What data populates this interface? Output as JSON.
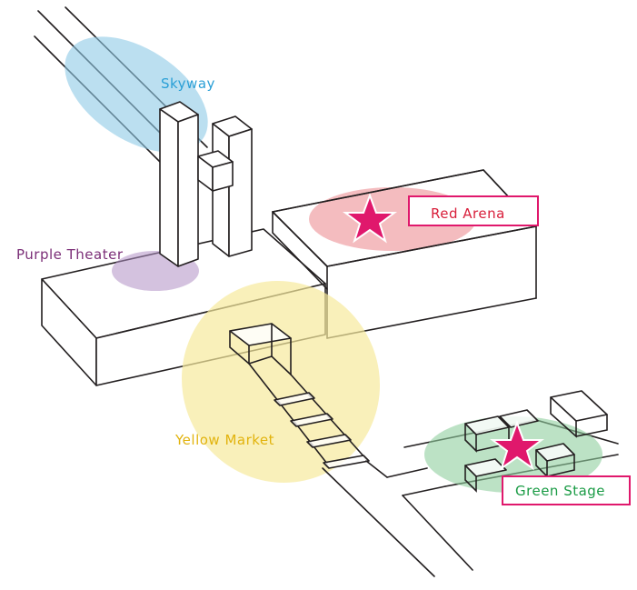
{
  "zones": {
    "skyway": {
      "label": "Skyway",
      "color": "#2a9fd6",
      "fill": "#8ecae6"
    },
    "purple": {
      "label": "Purple Theater",
      "color": "#7b2e77",
      "fill": "#b18fc4"
    },
    "red": {
      "label": "Red Arena",
      "color": "#d81e3a",
      "fill": "#ec8f95",
      "box": "#e0186c"
    },
    "yellow": {
      "label": "Yellow Market",
      "color": "#e2b30d",
      "fill": "#f6ea9c"
    },
    "green": {
      "label": "Green Stage",
      "color": "#1a9b45",
      "fill": "#8fcf9f",
      "box": "#e0186c"
    }
  },
  "star_color": "#e0186c"
}
